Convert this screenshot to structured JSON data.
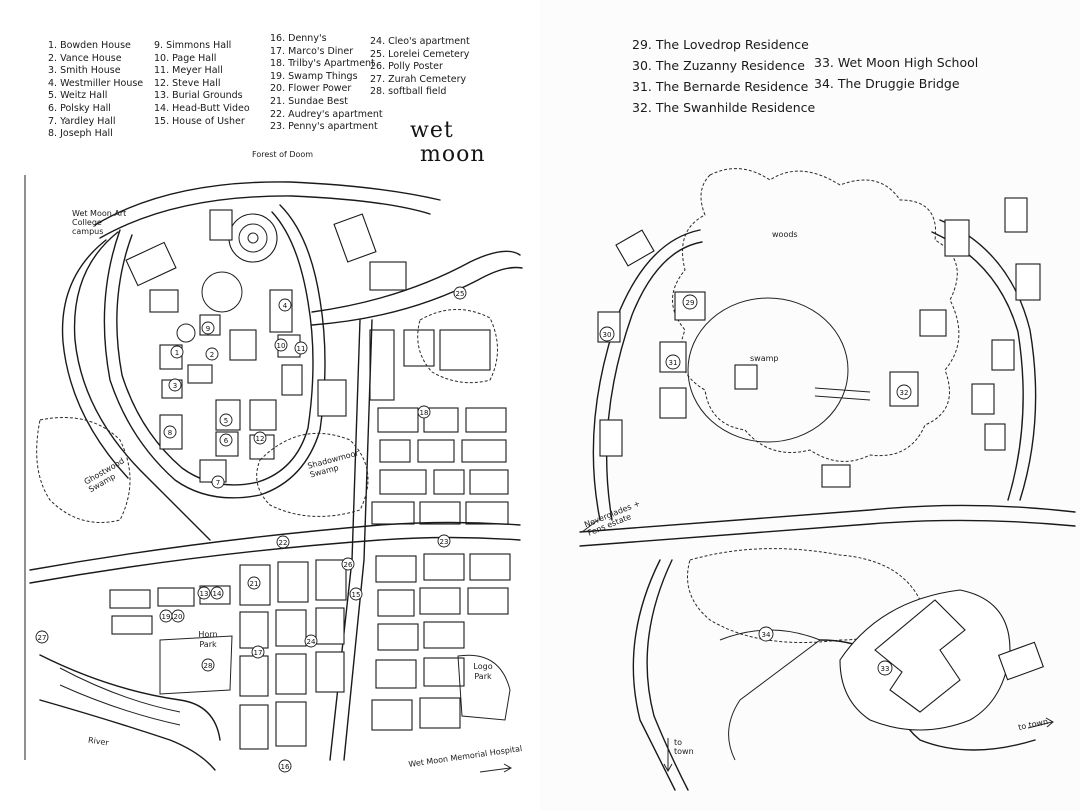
{
  "left_map": {
    "title": [
      "wet",
      "moon"
    ],
    "legend_col1": [
      "1. Bowden House",
      "2. Vance House",
      "3. Smith House",
      "4. Westmiller House",
      "5. Weitz Hall",
      "6. Polsky Hall",
      "7. Yardley Hall",
      "8. Joseph Hall"
    ],
    "legend_col2": [
      "9. Simmons Hall",
      "10. Page Hall",
      "11. Meyer Hall",
      "12. Steve Hall",
      "13. Burial Grounds",
      "14. Head-Butt Video",
      "15. House of Usher"
    ],
    "legend_col3": [
      "16. Denny's",
      "17. Marco's Diner",
      "18. Trilby's Apartment",
      "19. Swamp Things",
      "20. Flower Power",
      "21. Sundae Best",
      "22. Audrey's apartment",
      "23. Penny's apartment"
    ],
    "legend_col4": [
      "24. Cleo's apartment",
      "25. Lorelei Cemetery",
      "26. Polly Poster",
      "27. Zurah Cemetery",
      "28. softball field"
    ],
    "labels": {
      "forest": "Forest of Doom",
      "campus": "Wet Moon Art College campus",
      "ghostwood": "Ghostwood Swamp",
      "shadowmoor": "Shadowmoor Swamp",
      "horn_park": "Horn Park",
      "logo_park": "Logo Park",
      "river": "River",
      "hospital": "Wet Moon Memorial Hospital"
    },
    "markers": [
      "1",
      "2",
      "3",
      "4",
      "5",
      "6",
      "7",
      "8",
      "9",
      "10",
      "11",
      "12",
      "13",
      "14",
      "15",
      "16",
      "17",
      "18",
      "19",
      "20",
      "21",
      "22",
      "23",
      "24",
      "25",
      "26",
      "27",
      "28"
    ]
  },
  "right_map": {
    "legend_a": [
      "29. The Lovedrop Residence",
      "30. The Zuzanny Residence",
      "31. The Bernarde Residence",
      "32. The Swanhilde Residence"
    ],
    "legend_b": [
      "33. Wet Moon High School",
      "34. The Druggie Bridge"
    ],
    "labels": {
      "woods": "woods",
      "swamp": "swamp",
      "neverglades": "Neverglades + Fens estate",
      "to_town_left": "to town",
      "to_town_right": "to town"
    },
    "markers": [
      "29",
      "30",
      "31",
      "32",
      "33",
      "34"
    ]
  }
}
